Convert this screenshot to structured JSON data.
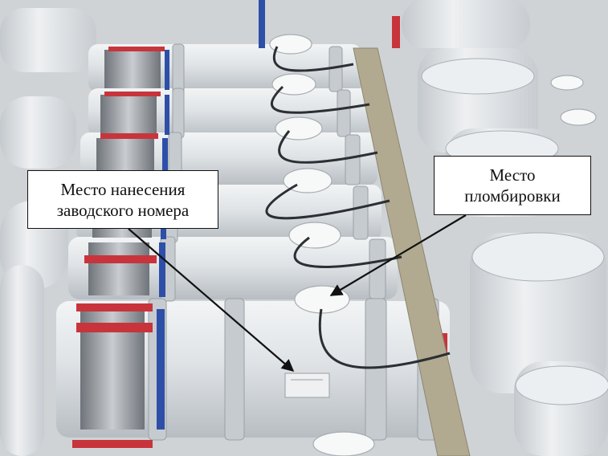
{
  "photo": {
    "colors": {
      "background": "#d9dcdf",
      "equipment_body": "#e4e7ea",
      "equipment_shadow": "#b9bec3",
      "flange": "#c9ced2",
      "bellows_metal": "#8a8f94",
      "red_strap": "#c8343b",
      "blue_ring": "#2d4fa8",
      "cable": "#2c2f33",
      "cable_tray": "#a9a186"
    }
  },
  "labels": {
    "serial_number_place": {
      "line1": "Место нанесения",
      "line2": "заводского номера"
    },
    "seal_place": {
      "line1": "Место",
      "line2": "пломбировки"
    }
  }
}
